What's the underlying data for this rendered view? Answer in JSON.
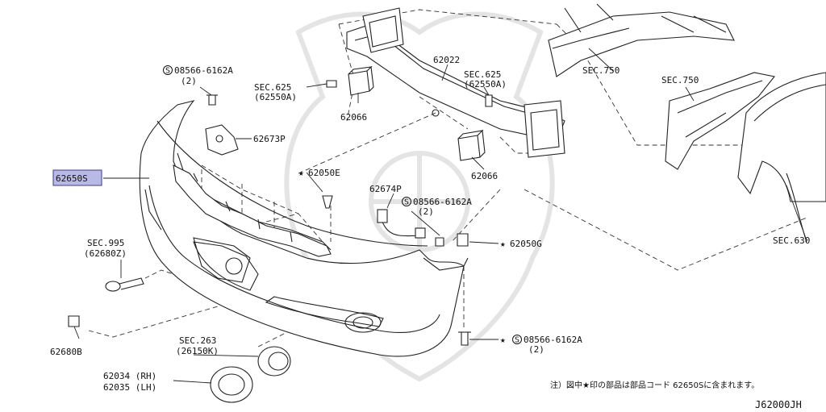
{
  "diagram": {
    "code": "J62000JH",
    "footnote": "注）図中★印の部品は部品コード 62650Sに含まれます。",
    "labels": {
      "p62650S": "62650S",
      "p08566a": "08566-6162A",
      "p08566a_qty": "(2)",
      "sec625a": "SEC.625",
      "sec625a_sub": "(62550A)",
      "p62066a": "62066",
      "p62022": "62022",
      "sec625b": "SEC.625",
      "sec625b_sub": "(62550A)",
      "p62066b": "62066",
      "sec750a": "SEC.750",
      "sec750b": "SEC.750",
      "sec630": "SEC.630",
      "p62673P": "62673P",
      "p62050E": "62050E",
      "p62674P": "62674P",
      "p08566b": "08566-6162A",
      "p08566b_qty": "(2)",
      "p62050G": "62050G",
      "sec995": "SEC.995",
      "sec995_sub": "(62680Z)",
      "p62680B": "62680B",
      "sec263": "SEC.263",
      "sec263_sub": "(26150K)",
      "p62034": "62034 (RH)",
      "p62035": "62035 (LH)",
      "p08566c": "08566-6162A",
      "p08566c_qty": "(2)"
    }
  }
}
